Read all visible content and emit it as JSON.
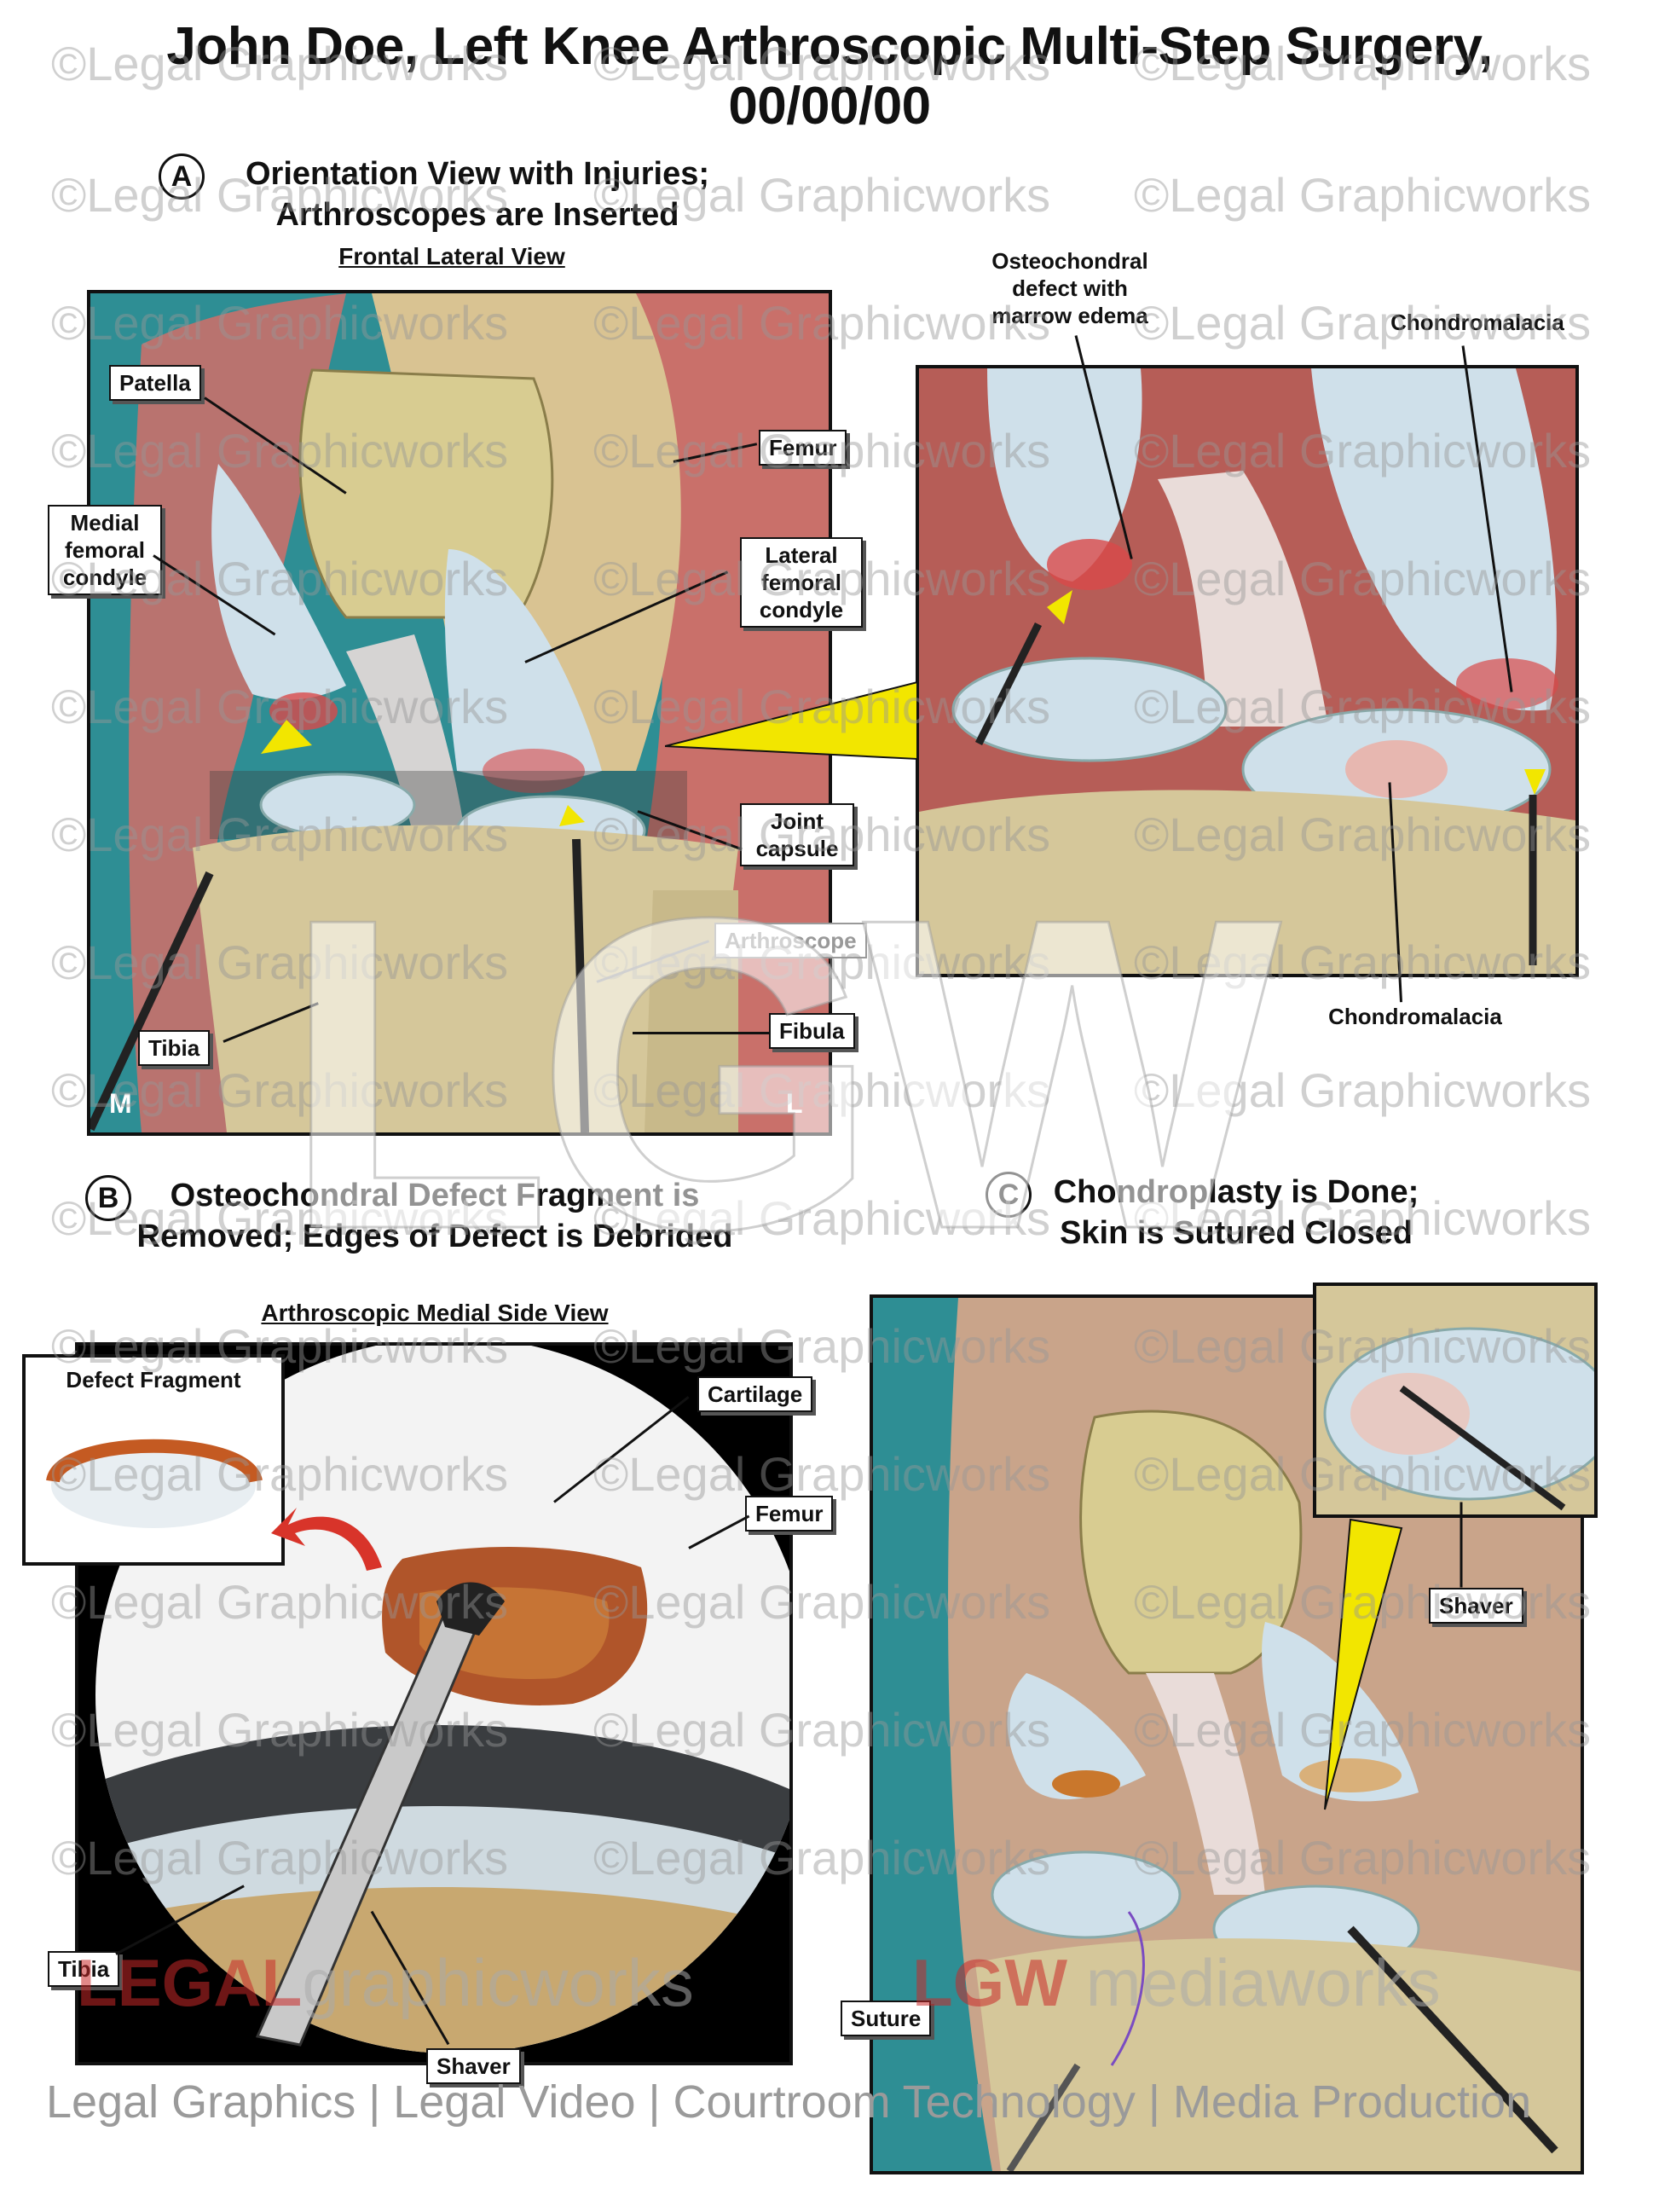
{
  "title": {
    "line1": "John Doe, Left Knee Arthroscopic Multi-Step Surgery,",
    "line2": "00/00/00"
  },
  "section_a": {
    "letter": "A",
    "title_line1": "Orientation View with Injuries;",
    "title_line2": "Arthroscopes are Inserted",
    "subtitle": "Frontal Lateral View",
    "labels": {
      "patella": "Patella",
      "femur": "Femur",
      "medial_line1": "Medial",
      "medial_line2": "femoral",
      "medial_line3": "condyle",
      "lateral_line1": "Lateral",
      "lateral_line2": "femoral",
      "lateral_line3": "condyle",
      "joint_line1": "Joint",
      "joint_line2": "capsule",
      "arthroscope": "Arthroscope",
      "fibula": "Fibula",
      "tibia": "Tibia",
      "corner_m": "M",
      "corner_l": "L"
    },
    "detail": {
      "osteo_line1": "Osteochondral",
      "osteo_line2": "defect with",
      "osteo_line3": "marrow edema",
      "chondromalacia_top": "Chondromalacia",
      "chondromalacia_bottom": "Chondromalacia"
    }
  },
  "section_b": {
    "letter": "B",
    "title_line1": "Osteochondral Defect Fragment is",
    "title_line2": "Removed; Edges of Defect is Debrided",
    "subtitle": "Arthroscopic Medial Side View",
    "labels": {
      "defect_fragment": "Defect Fragment",
      "cartilage": "Cartilage",
      "femur": "Femur",
      "tibia": "Tibia",
      "shaver": "Shaver"
    }
  },
  "section_c": {
    "letter": "C",
    "title_line1": "Chondroplasty is Done;",
    "title_line2": "Skin is Sutured Closed",
    "labels": {
      "shaver": "Shaver",
      "suture": "Suture"
    }
  },
  "watermark": "©Legal Graphicworks",
  "center_mark": "LGW",
  "brand_left_bold": "LEGAL",
  "brand_left_light": "graphicworks",
  "brand_right_bold": "LGW",
  "brand_right_light": "mediaworks",
  "footer": "Legal Graphics | Legal Video | Courtroom Technology | Media Production",
  "colors": {
    "teal": "#2e8e94",
    "muscle": "#c9706a",
    "bone": "#d6c98e",
    "cartilage": "#cfe0ea",
    "pointer": "#f2e600",
    "injury": "#b52020"
  }
}
